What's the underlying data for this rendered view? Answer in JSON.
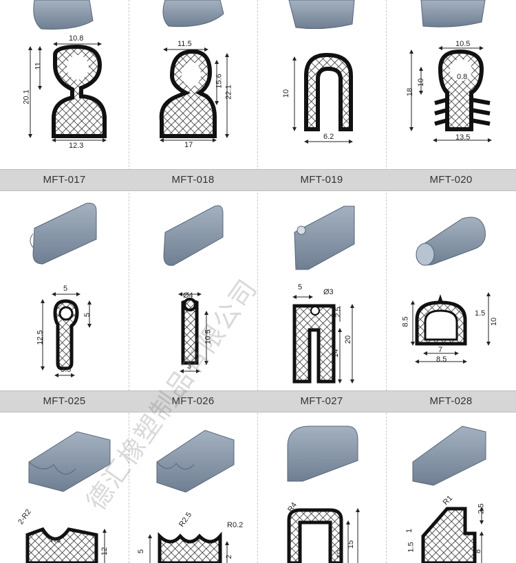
{
  "watermark": "德汇橡塑制品有限公司",
  "colors": {
    "band": "#d6d6d6",
    "profile": "#7b8a9c",
    "profile_light": "#9aa8b8",
    "section": "#2a2a2a"
  },
  "row1": {
    "c1": {
      "dims": [
        "10.8",
        "11",
        "20.1",
        "12.3"
      ]
    },
    "c2": {
      "dims": [
        "11.5",
        "15.6",
        "22.1",
        "17"
      ]
    },
    "c3": {
      "dims": [
        "10",
        "6.2"
      ]
    },
    "c4": {
      "dims": [
        "10.5",
        "0.8",
        "10",
        "18",
        "13.5"
      ]
    }
  },
  "row2": {
    "headers": [
      "MFT-017",
      "MFT-018",
      "MFT-019",
      "MFT-020"
    ],
    "c1": {
      "dims": [
        "5",
        "5",
        "12.5",
        "3.5"
      ]
    },
    "c2": {
      "dims": [
        "Ø4",
        "10.5",
        "3"
      ]
    },
    "c3": {
      "dims": [
        "5",
        "Ø3",
        "2.5",
        "20",
        "14"
      ]
    },
    "c4": {
      "dims": [
        "1.5",
        "8.5",
        "10",
        "7",
        "8.5"
      ]
    }
  },
  "row3": {
    "headers": [
      "MFT-025",
      "MFT-026",
      "MFT-027",
      "MFT-028"
    ],
    "c1": {
      "dims": [
        "2-R2",
        "R3",
        "12"
      ]
    },
    "c2": {
      "dims": [
        "R2.5",
        "R0.2",
        "5",
        "2"
      ]
    },
    "c3": {
      "dims": [
        "R4",
        "10",
        "15"
      ]
    },
    "c4": {
      "dims": [
        "R1",
        "2.5",
        "1",
        "1.5",
        "8"
      ]
    }
  }
}
